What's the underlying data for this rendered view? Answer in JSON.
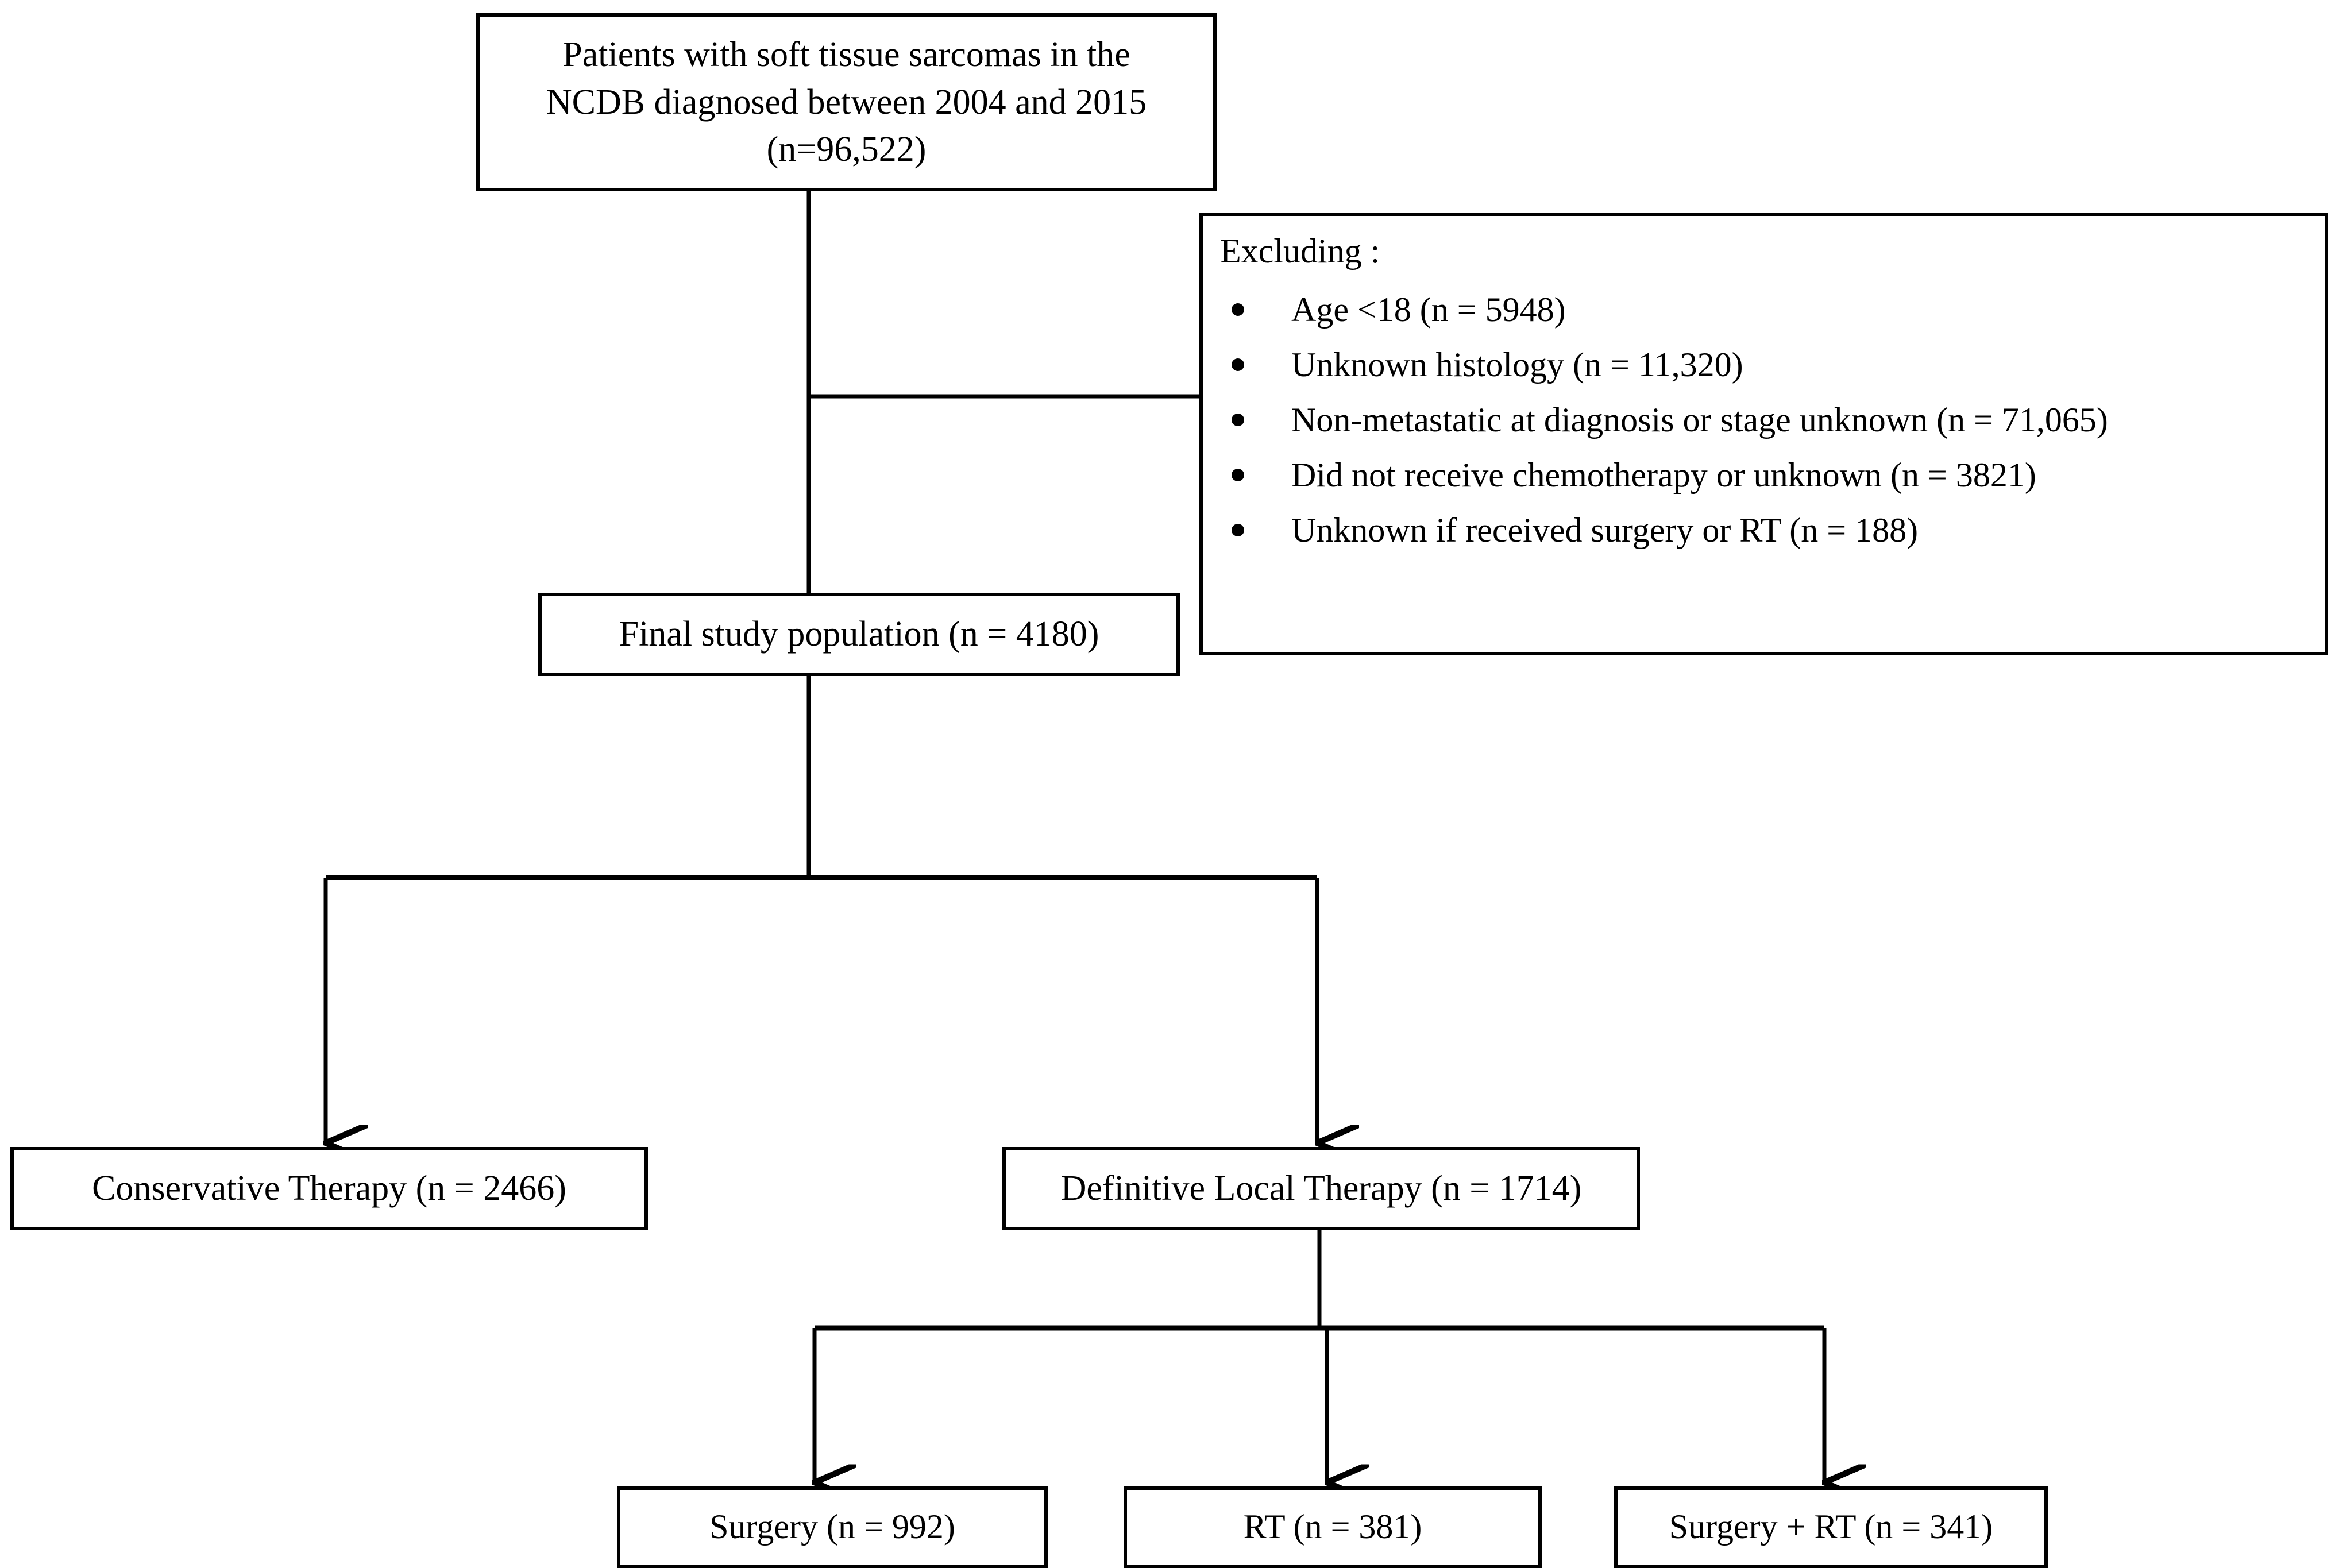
{
  "diagram": {
    "type": "consort-flow-diagram",
    "line_color": "#000000",
    "box_border_color": "#000000",
    "background_color": "#ffffff",
    "nodes": {
      "source": {
        "label": "Patients with soft tissue sarcomas in the\nNCDB diagnosed between 2004 and 2015\n(n=96,522)",
        "n": 96522
      },
      "final": {
        "label": "Final study population  (n = 4180)",
        "n": 4180
      },
      "conservative": {
        "label": "Conservative Therapy (n = 2466)",
        "n": 2466
      },
      "definitive": {
        "label": "Definitive Local Therapy (n = 1714)",
        "n": 1714
      },
      "surgery": {
        "label": "Surgery (n = 992)",
        "n": 992
      },
      "rt": {
        "label": "RT (n = 381)",
        "n": 381
      },
      "surgery_rt": {
        "label": "Surgery + RT (n = 341)",
        "n": 341
      }
    },
    "exclusions": {
      "title": "Excluding  :",
      "items": [
        {
          "label": "Age <18 (n = 5948)",
          "n": 5948
        },
        {
          "label": "Unknown  histology  (n = 11,320)",
          "n": 11320
        },
        {
          "label": "Non-metastatic  at diagnosis  or stage unknown (n = 71,065)",
          "n": 71065
        },
        {
          "label": "Did  not receive  chemotherapy  or unknown  (n = 3821)",
          "n": 3821
        },
        {
          "label": "Unknown  if received  surgery  or RT (n = 188)",
          "n": 188
        }
      ]
    }
  }
}
